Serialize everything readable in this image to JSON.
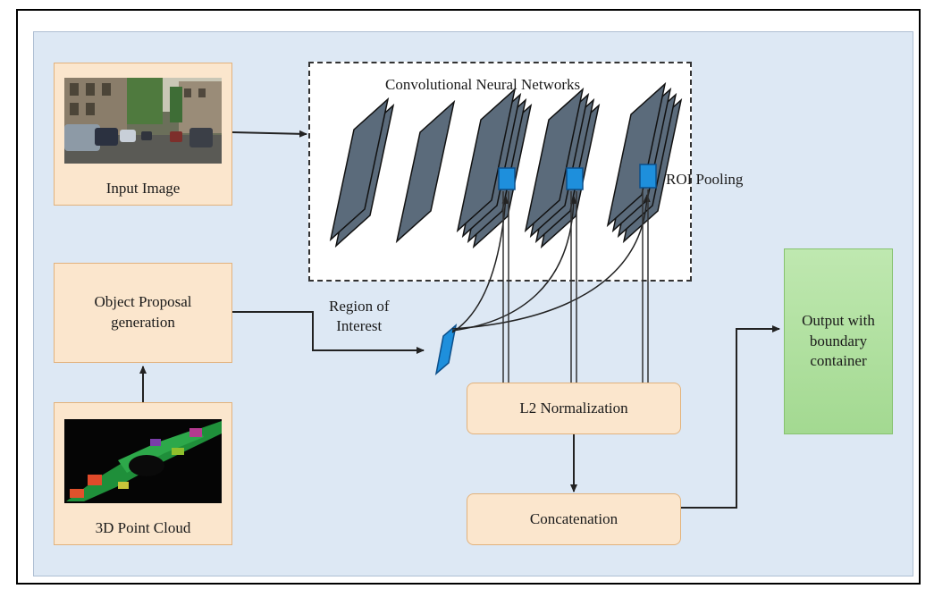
{
  "diagram": {
    "input_image": {
      "label": "Input Image"
    },
    "object_proposal": {
      "label_line1": "Object Proposal",
      "label_line2": "generation"
    },
    "point_cloud": {
      "label": "3D Point Cloud"
    },
    "cnn": {
      "title": "Convolutional Neural Networks",
      "roi_pooling": "ROI Pooling"
    },
    "region_of_interest": {
      "line1": "Region of",
      "line2": "Interest"
    },
    "l2_normalization": {
      "label": "L2 Normalization"
    },
    "concatenation": {
      "label": "Concatenation"
    },
    "output": {
      "line1": "Output with",
      "line2": "boundary",
      "line3": "container"
    }
  },
  "colors": {
    "box_fill": "#fbe6cd",
    "box_border": "#e2b27c",
    "output_fill": "#a9dd9b",
    "canvas_bg": "#dde8f4",
    "layer_fill": "#5b6b7b",
    "roi_blue": "#1e8fdc"
  }
}
